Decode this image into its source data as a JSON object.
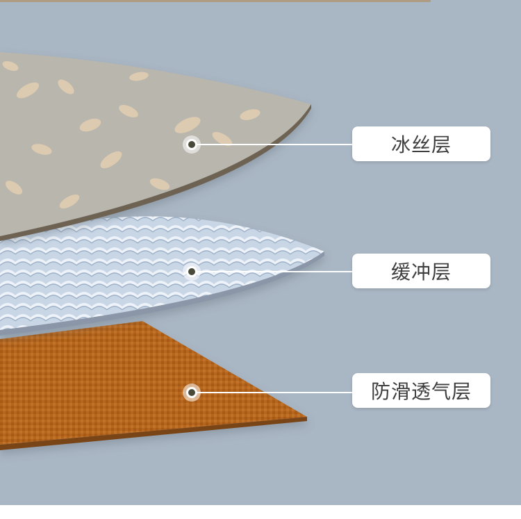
{
  "layers": [
    {
      "label": "冰丝层",
      "icon": "ice-silk-layer"
    },
    {
      "label": "缓冲层",
      "icon": "cushion-layer"
    },
    {
      "label": "防滑透气层",
      "icon": "anti-slip-layer"
    }
  ],
  "colors": {
    "background": "#a9b6c3",
    "ice_silk": "#b9b6ad",
    "cushion": "#c9d6e6",
    "anti_slip": "#b5661c"
  }
}
